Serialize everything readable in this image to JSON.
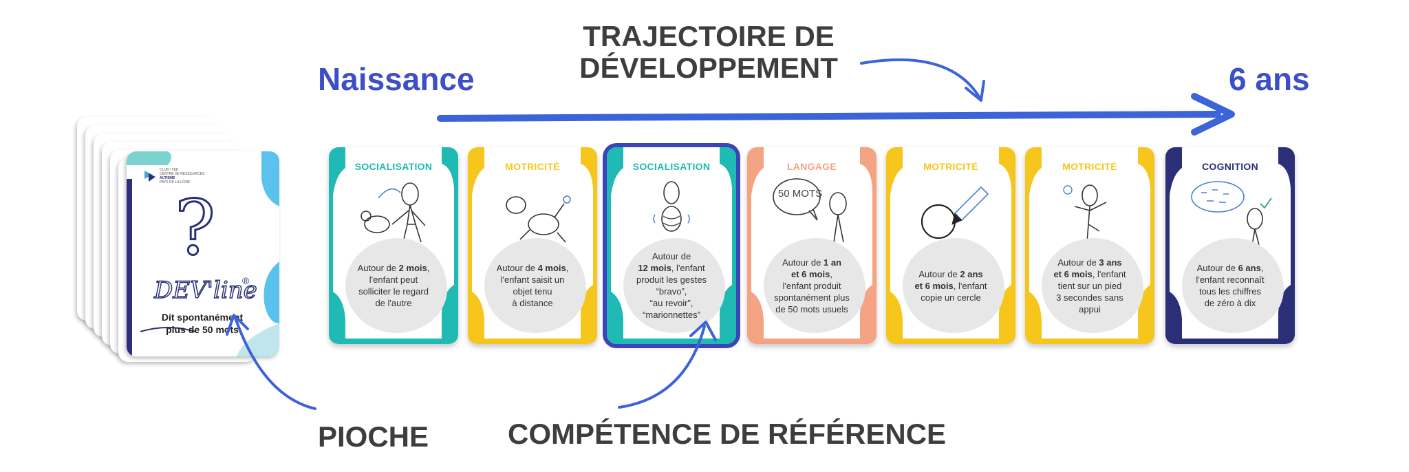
{
  "labels": {
    "start": "Naissance",
    "end": "6 ans",
    "trajectory_line1": "TRAJECTOIRE DE",
    "trajectory_line2": "DÉVELOPPEMENT",
    "pioche": "PIOCHE",
    "reference": "COMPÉTENCE DE RÉFÉRENCE"
  },
  "deck_card": {
    "logo_line1": "CLUB / TED",
    "logo_line2": "CENTRE DE RESSOURCES",
    "logo_line3": "AUTISME",
    "logo_line4": "PAYS DE LA LOIRE",
    "question_mark": "?",
    "brand": "DEV'line",
    "registered": "®",
    "text_line1": "Dit spontanément",
    "text_line2": "plus de 50 mots"
  },
  "colors": {
    "blue_accent": "#3d4fc4",
    "teal": "#1fbab3",
    "yellow": "#f6c61c",
    "salmon": "#f5a483",
    "navy": "#2a2f78"
  },
  "cards": [
    {
      "category": "SOCIALISATION",
      "color": "#1fbab3",
      "lines": [
        [
          "Autour de ",
          "2 mois",
          ","
        ],
        [
          "l'enfant peut"
        ],
        [
          "solliciter le regard"
        ],
        [
          "de l'autre"
        ]
      ]
    },
    {
      "category": "MOTRICITÉ",
      "color": "#f6c61c",
      "lines": [
        [
          "Autour de ",
          "4 mois",
          ","
        ],
        [
          "l'enfant saisit un"
        ],
        [
          "objet tenu"
        ],
        [
          "à distance"
        ]
      ]
    },
    {
      "category": "SOCIALISATION",
      "color": "#1fbab3",
      "lines": [
        [
          "Autour de"
        ],
        [
          "",
          "12 mois",
          ", l'enfant"
        ],
        [
          "produit les gestes"
        ],
        [
          "“bravo”,"
        ],
        [
          "“au revoir”,"
        ],
        [
          "“marionnettes”"
        ]
      ]
    },
    {
      "category": "LANGAGE",
      "color": "#f5a483",
      "bubble": "50 MOTS",
      "lines": [
        [
          "Autour de ",
          "1 an"
        ],
        [
          "",
          "et 6 mois",
          ","
        ],
        [
          "l'enfant produit"
        ],
        [
          "spontanément plus"
        ],
        [
          "de 50 mots usuels"
        ]
      ]
    },
    {
      "category": "MOTRICITÉ",
      "color": "#f6c61c",
      "lines": [
        [
          "Autour de ",
          "2 ans"
        ],
        [
          "",
          "et 6 mois",
          ", l'enfant"
        ],
        [
          "copie un cercle"
        ]
      ]
    },
    {
      "category": "MOTRICITÉ",
      "color": "#f6c61c",
      "lines": [
        [
          "Autour de ",
          "3 ans"
        ],
        [
          "",
          "et 6 mois",
          ", l'enfant"
        ],
        [
          "tient sur un pied"
        ],
        [
          "3 secondes sans"
        ],
        [
          "appui"
        ]
      ]
    },
    {
      "category": "COGNITION",
      "color": "#2a2f78",
      "lines": [
        [
          "Autour de ",
          "6 ans",
          ","
        ],
        [
          "l'enfant reconnaît"
        ],
        [
          "tous les chiffres"
        ],
        [
          "de zéro à dix"
        ]
      ]
    }
  ]
}
